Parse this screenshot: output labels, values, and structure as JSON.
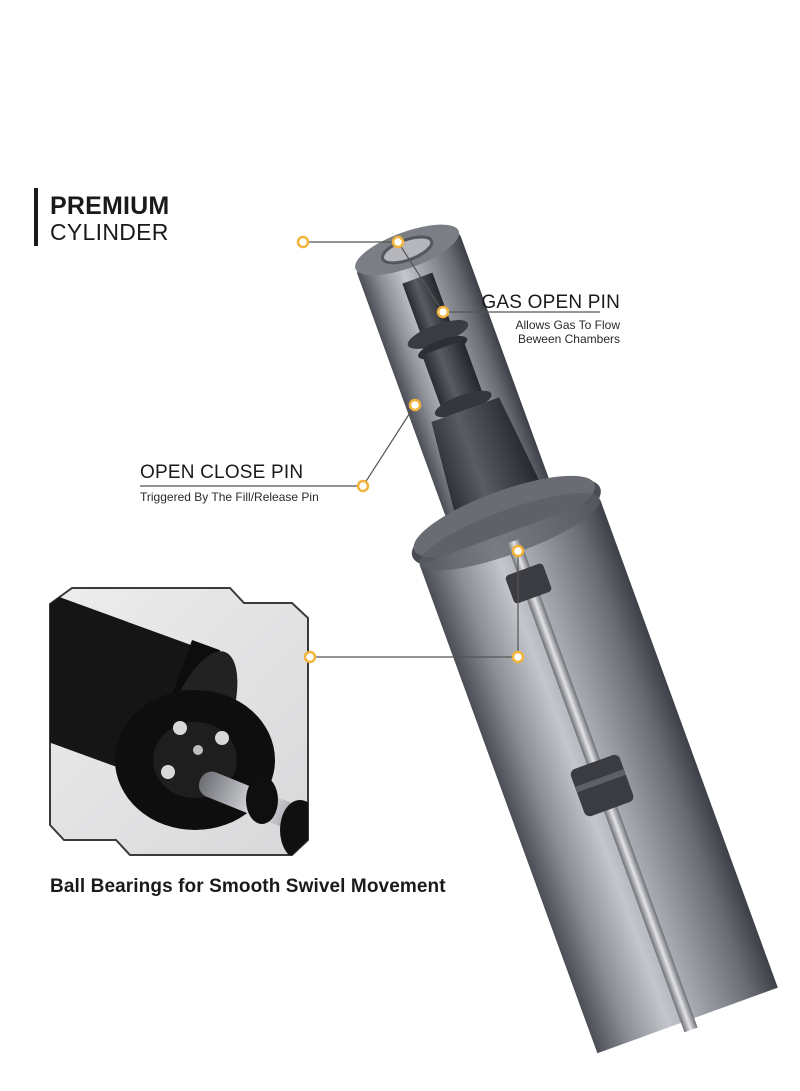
{
  "title": {
    "line1": "PREMIUM",
    "line2": "CYLINDER"
  },
  "callouts": {
    "gas_open_pin": {
      "title": "GAS OPEN PIN",
      "subtitle_line1": "Allows Gas To Flow",
      "subtitle_line2": "Beween Chambers"
    },
    "open_close_pin": {
      "title": "OPEN CLOSE PIN",
      "subtitle": "Triggered By The Fill/Release Pin"
    }
  },
  "caption": "Ball Bearings for Smooth Swivel Movement",
  "colors": {
    "accent": "#f2b33a",
    "leader_line": "#555555",
    "text": "#1a1a1a"
  }
}
